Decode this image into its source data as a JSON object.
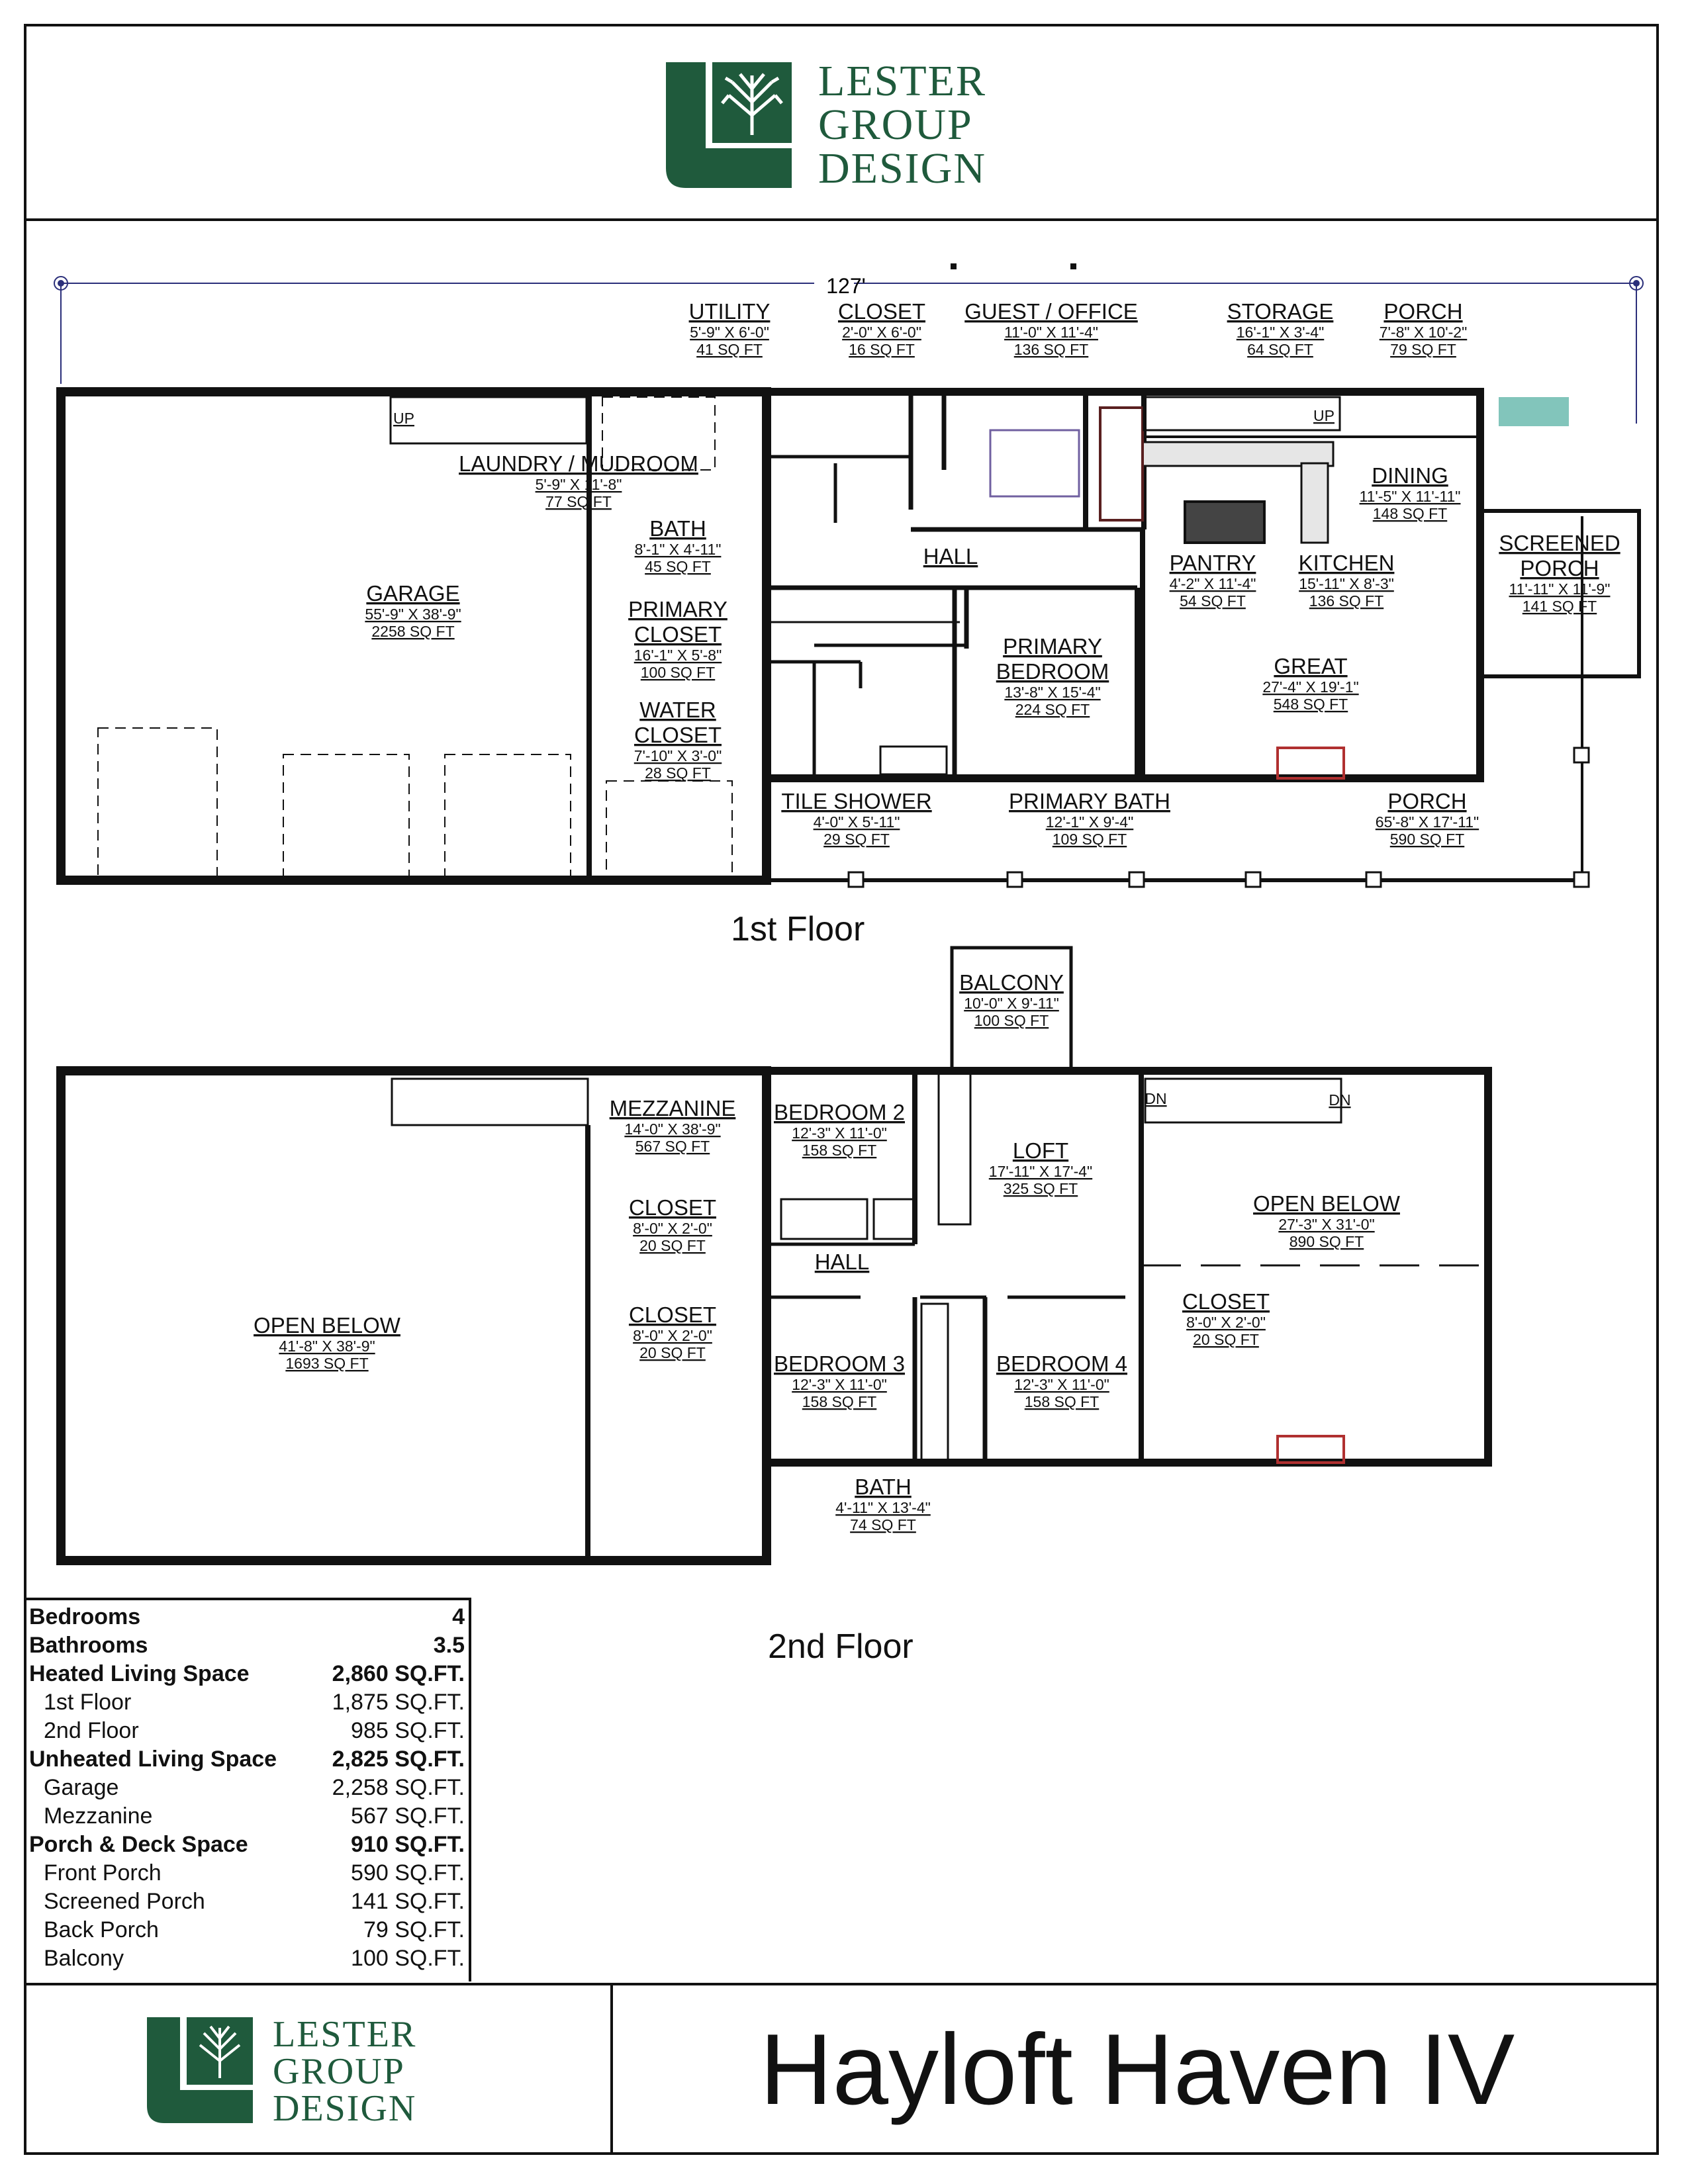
{
  "brand": {
    "line1": "LESTER",
    "line2": "GROUP",
    "line3": "DESIGN",
    "green": "#1f5a3c",
    "icon": "tree-emblem-icon"
  },
  "overall_dimension": "127'",
  "floor1": {
    "label": "1st Floor",
    "rooms": [
      {
        "name": "UTILITY",
        "dim": "5'-9\" X 6'-0\"",
        "area": "41 SQ FT"
      },
      {
        "name": "CLOSET",
        "dim": "2'-0\" X 6'-0\"",
        "area": "16 SQ FT"
      },
      {
        "name": "GUEST / OFFICE",
        "dim": "11'-0\" X 11'-4\"",
        "area": "136 SQ FT"
      },
      {
        "name": "STORAGE",
        "dim": "16'-1\" X 3'-4\"",
        "area": "64 SQ FT"
      },
      {
        "name": "PORCH",
        "dim": "7'-8\" X 10'-2\"",
        "area": "79 SQ FT"
      },
      {
        "name": "LAUNDRY / MUDROOM",
        "dim": "5'-9\" X 11'-8\"",
        "area": "77 SQ FT"
      },
      {
        "name": "DINING",
        "dim": "11'-5\" X 11'-11\"",
        "area": "148 SQ FT"
      },
      {
        "name": "BATH",
        "dim": "8'-1\" X 4'-11\"",
        "area": "45 SQ FT"
      },
      {
        "name": "HALL",
        "dim": "",
        "area": ""
      },
      {
        "name": "SCREENED PORCH",
        "dim": "11'-11\" X 11'-9\"",
        "area": "141 SQ FT"
      },
      {
        "name": "PANTRY",
        "dim": "4'-2\" X 11'-4\"",
        "area": "54 SQ FT"
      },
      {
        "name": "KITCHEN",
        "dim": "15'-11\" X 8'-3\"",
        "area": "136 SQ FT"
      },
      {
        "name": "GARAGE",
        "dim": "55'-9\" X 38'-9\"",
        "area": "2258 SQ FT"
      },
      {
        "name": "PRIMARY CLOSET",
        "dim": "16'-1\" X 5'-8\"",
        "area": "100 SQ FT"
      },
      {
        "name": "PRIMARY BEDROOM",
        "dim": "13'-8\" X 15'-4\"",
        "area": "224 SQ FT"
      },
      {
        "name": "GREAT",
        "dim": "27'-4\" X 19'-1\"",
        "area": "548 SQ FT"
      },
      {
        "name": "WATER CLOSET",
        "dim": "7'-10\" X 3'-0\"",
        "area": "28 SQ FT"
      },
      {
        "name": "TILE SHOWER",
        "dim": "4'-0\" X 5'-11\"",
        "area": "29 SQ FT"
      },
      {
        "name": "PRIMARY BATH",
        "dim": "12'-1\" X 9'-4\"",
        "area": "109 SQ FT"
      },
      {
        "name": "PORCH",
        "dim": "65'-8\" X 17'-11\"",
        "area": "590 SQ FT"
      }
    ],
    "stair_labels": [
      "UP",
      "UP"
    ]
  },
  "floor2": {
    "label": "2nd Floor",
    "rooms": [
      {
        "name": "BALCONY",
        "dim": "10'-0\" X 9'-11\"",
        "area": "100 SQ FT"
      },
      {
        "name": "MEZZANINE",
        "dim": "14'-0\" X 38'-9\"",
        "area": "567 SQ FT"
      },
      {
        "name": "BEDROOM 2",
        "dim": "12'-3\" X 11'-0\"",
        "area": "158 SQ FT"
      },
      {
        "name": "LOFT",
        "dim": "17'-11\" X 17'-4\"",
        "area": "325 SQ FT"
      },
      {
        "name": "OPEN BELOW",
        "dim": "27'-3\" X 31'-0\"",
        "area": "890 SQ FT"
      },
      {
        "name": "CLOSET",
        "dim": "8'-0\" X 2'-0\"",
        "area": "20 SQ FT"
      },
      {
        "name": "HALL",
        "dim": "",
        "area": ""
      },
      {
        "name": "OPEN BELOW",
        "dim": "41'-8\" X 38'-9\"",
        "area": "1693 SQ FT"
      },
      {
        "name": "CLOSET",
        "dim": "8'-0\" X 2'-0\"",
        "area": "20 SQ FT"
      },
      {
        "name": "CLOSET",
        "dim": "8'-0\" X 2'-0\"",
        "area": "20 SQ FT"
      },
      {
        "name": "BEDROOM 3",
        "dim": "12'-3\" X 11'-0\"",
        "area": "158 SQ FT"
      },
      {
        "name": "BEDROOM 4",
        "dim": "12'-3\" X 11'-0\"",
        "area": "158 SQ FT"
      },
      {
        "name": "BATH",
        "dim": "4'-11\" X 13'-4\"",
        "area": "74 SQ FT"
      }
    ],
    "stair_labels": [
      "DN",
      "DN"
    ]
  },
  "stats": [
    {
      "label": "Bedrooms",
      "value": "4",
      "bold": true
    },
    {
      "label": "Bathrooms",
      "value": "3.5",
      "bold": true
    },
    {
      "label": "Heated Living Space",
      "value": "2,860 SQ.FT.",
      "bold": true
    },
    {
      "label": "1st Floor",
      "value": "1,875 SQ.FT.",
      "bold": false
    },
    {
      "label": "2nd Floor",
      "value": "985 SQ.FT.",
      "bold": false
    },
    {
      "label": "Unheated Living Space",
      "value": "2,825 SQ.FT.",
      "bold": true
    },
    {
      "label": "Garage",
      "value": "2,258 SQ.FT.",
      "bold": false
    },
    {
      "label": "Mezzanine",
      "value": "567 SQ.FT.",
      "bold": false
    },
    {
      "label": "Porch & Deck Space",
      "value": "910 SQ.FT.",
      "bold": true
    },
    {
      "label": "Front Porch",
      "value": "590 SQ.FT.",
      "bold": false
    },
    {
      "label": "Screened Porch",
      "value": "141 SQ.FT.",
      "bold": false
    },
    {
      "label": "Back Porch",
      "value": "79 SQ.FT.",
      "bold": false
    },
    {
      "label": "Balcony",
      "value": "100 SQ.FT.",
      "bold": false
    }
  ],
  "plan_title": "Hayloft Haven IV"
}
